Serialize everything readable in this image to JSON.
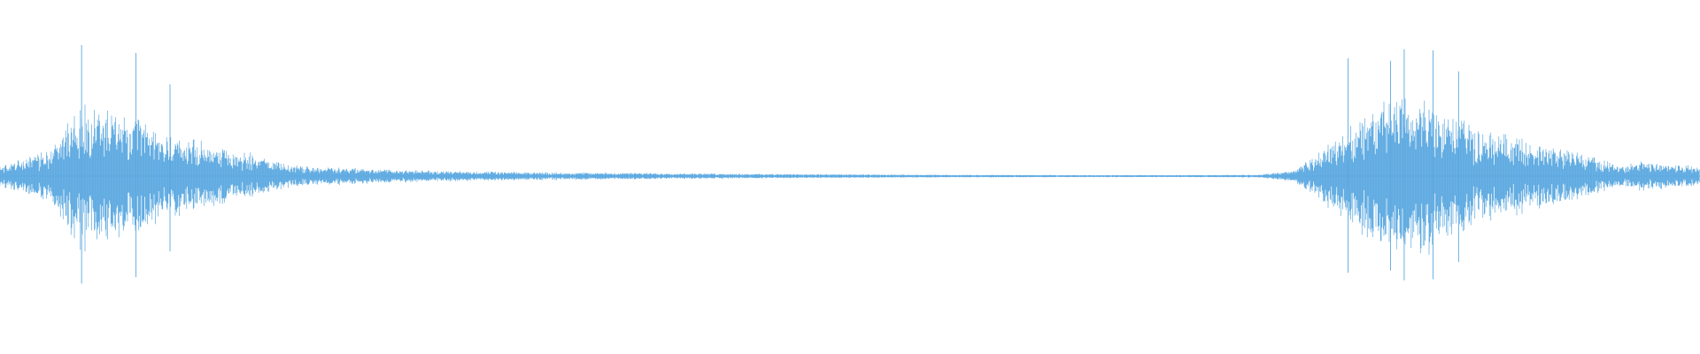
{
  "waveform": {
    "color": "#5aa8e0",
    "envelope": [
      [
        0.0,
        0.08
      ],
      [
        0.01,
        0.12
      ],
      [
        0.02,
        0.16
      ],
      [
        0.03,
        0.25
      ],
      [
        0.04,
        0.45
      ],
      [
        0.048,
        0.65
      ],
      [
        0.055,
        0.55
      ],
      [
        0.065,
        0.55
      ],
      [
        0.075,
        0.45
      ],
      [
        0.085,
        0.48
      ],
      [
        0.095,
        0.32
      ],
      [
        0.11,
        0.3
      ],
      [
        0.125,
        0.26
      ],
      [
        0.135,
        0.2
      ],
      [
        0.15,
        0.18
      ],
      [
        0.16,
        0.12
      ],
      [
        0.175,
        0.08
      ],
      [
        0.2,
        0.07
      ],
      [
        0.23,
        0.05
      ],
      [
        0.26,
        0.04
      ],
      [
        0.3,
        0.03
      ],
      [
        0.35,
        0.025
      ],
      [
        0.42,
        0.018
      ],
      [
        0.48,
        0.012
      ],
      [
        0.54,
        0.008
      ],
      [
        0.6,
        0.006
      ],
      [
        0.65,
        0.005
      ],
      [
        0.7,
        0.005
      ],
      [
        0.74,
        0.008
      ],
      [
        0.76,
        0.04
      ],
      [
        0.775,
        0.18
      ],
      [
        0.79,
        0.35
      ],
      [
        0.805,
        0.55
      ],
      [
        0.82,
        0.62
      ],
      [
        0.835,
        0.65
      ],
      [
        0.85,
        0.58
      ],
      [
        0.87,
        0.38
      ],
      [
        0.89,
        0.32
      ],
      [
        0.91,
        0.24
      ],
      [
        0.925,
        0.22
      ],
      [
        0.94,
        0.14
      ],
      [
        0.955,
        0.08
      ],
      [
        0.965,
        0.12
      ],
      [
        0.98,
        0.1
      ],
      [
        1.0,
        0.08
      ]
    ],
    "spikes": [
      [
        0.048,
        1.0
      ],
      [
        0.08,
        0.94
      ],
      [
        0.793,
        0.9
      ],
      [
        0.826,
        0.97
      ],
      [
        0.843,
        0.96
      ],
      [
        0.818,
        0.88
      ],
      [
        0.858,
        0.8
      ],
      [
        0.1,
        0.7
      ]
    ]
  }
}
